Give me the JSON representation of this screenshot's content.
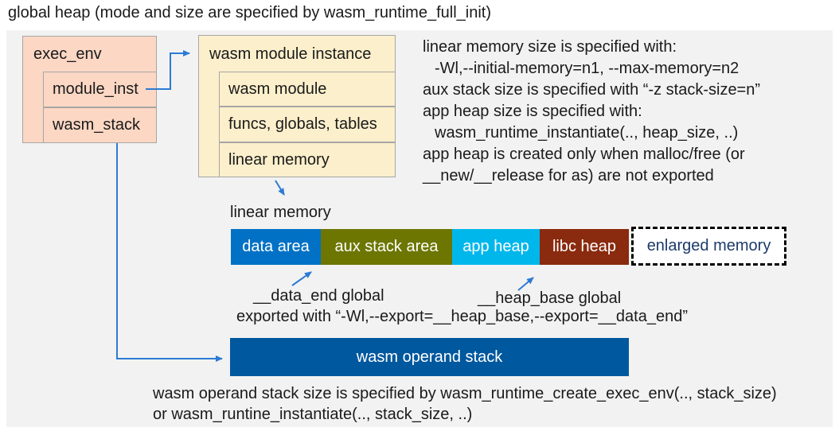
{
  "title": "global heap (mode and size are specified by wasm_runtime_full_init)",
  "exec_env": {
    "header": "exec_env",
    "rows": [
      "module_inst",
      "wasm_stack"
    ]
  },
  "module_instance": {
    "header": "wasm module instance",
    "rows": [
      "wasm module",
      "funcs, globals, tables",
      "linear memory"
    ]
  },
  "notes": [
    "linear memory size is specified with:",
    "-Wl,--initial-memory=n1, --max-memory=n2",
    "aux stack size is specified with “-z stack-size=n”",
    "app heap size is specified with:",
    "wasm_runtime_instantiate(.., heap_size, ..)",
    "app heap is created only when malloc/free (or",
    "__new/__release for as) are not exported"
  ],
  "linear_memory": {
    "label": "linear memory",
    "segments": [
      {
        "label": "data area",
        "color": "#0071c5"
      },
      {
        "label": "aux stack area",
        "color": "#6c7600"
      },
      {
        "label": "app heap",
        "color": "#00b7ec"
      },
      {
        "label": "libc heap",
        "color": "#8a2a0e"
      },
      {
        "label": "enlarged memory",
        "color": "#ffffff",
        "text_color": "#1c3a6b"
      }
    ]
  },
  "annotations": {
    "data_end": "__data_end global",
    "heap_base": "__heap_base global",
    "exported": "exported with “-Wl,--export=__heap_base,--export=__data_end”"
  },
  "operand_stack": {
    "label": "wasm operand stack",
    "color": "#00589e"
  },
  "footer": [
    "wasm operand stack size is specified by wasm_runtime_create_exec_env(.., stack_size)",
    "or wasm_runtine_instantiate(.., stack_size, ..)"
  ],
  "colors": {
    "panel_bg": "#f2f2f2",
    "struct_pink": "#fbd7c4",
    "struct_cream": "#fcefcb",
    "box_border": "#a6a6a6",
    "connector": "#2b7bd4",
    "text": "#1a1a1a"
  }
}
